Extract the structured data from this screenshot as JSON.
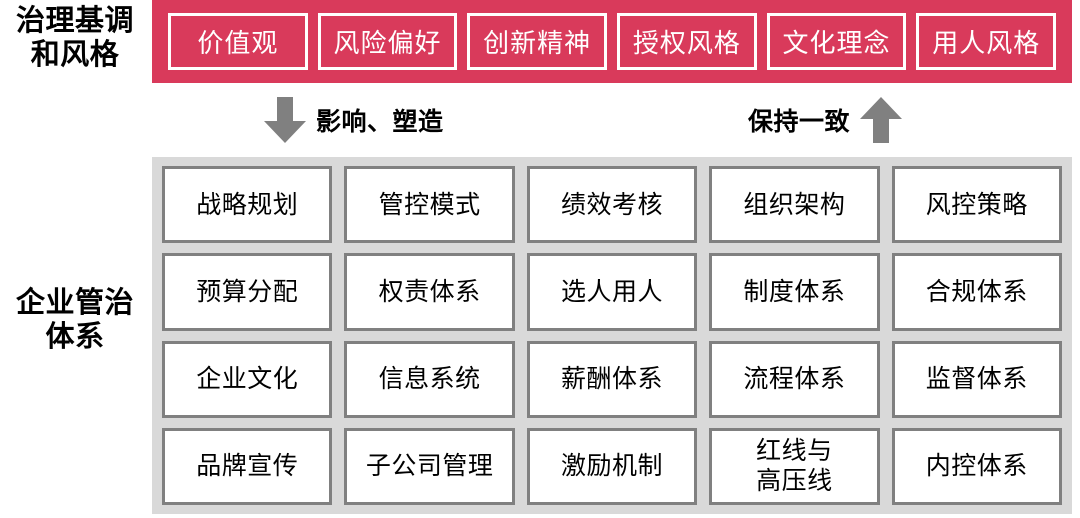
{
  "left_labels": {
    "tone": "治理基调\n和风格",
    "system": "企业管治\n体系"
  },
  "banner": {
    "background_color": "#D93A5B",
    "chip_border_color": "#FFFFFF",
    "chips": [
      {
        "label": "价值观"
      },
      {
        "label": "风险偏好"
      },
      {
        "label": "创新精神"
      },
      {
        "label": "授权风格"
      },
      {
        "label": "文化理念"
      },
      {
        "label": "用人风格"
      }
    ]
  },
  "arrows": {
    "color": "#808080",
    "influence": {
      "icon": "arrow-down-icon",
      "label": "影响、塑造"
    },
    "consistency": {
      "icon": "arrow-up-icon",
      "label": "保持一致"
    }
  },
  "grid": {
    "background_color": "#D9D9D9",
    "cell_border_color": "#808080",
    "cell_background_color": "#FFFFFF",
    "columns": 5,
    "rows": 4,
    "cells": [
      {
        "label": "战略规划"
      },
      {
        "label": "管控模式"
      },
      {
        "label": "绩效考核"
      },
      {
        "label": "组织架构"
      },
      {
        "label": "风控策略"
      },
      {
        "label": "预算分配"
      },
      {
        "label": "权责体系"
      },
      {
        "label": "选人用人"
      },
      {
        "label": "制度体系"
      },
      {
        "label": "合规体系"
      },
      {
        "label": "企业文化"
      },
      {
        "label": "信息系统"
      },
      {
        "label": "薪酬体系"
      },
      {
        "label": "流程体系"
      },
      {
        "label": "监督体系"
      },
      {
        "label": "品牌宣传"
      },
      {
        "label": "子公司管理"
      },
      {
        "label": "激励机制"
      },
      {
        "label": "红线与\n高压线"
      },
      {
        "label": "内控体系"
      }
    ]
  }
}
